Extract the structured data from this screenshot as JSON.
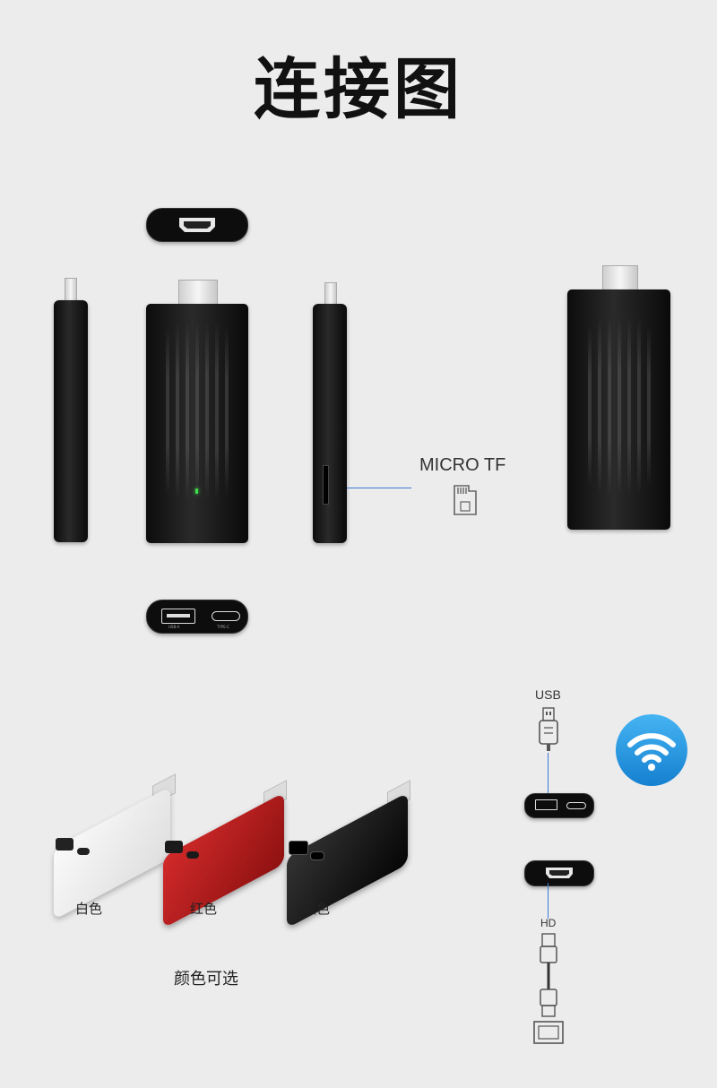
{
  "header": {
    "title": "连接图"
  },
  "ports": {
    "micro_tf_label": "MICRO TF",
    "usb_a_label": "USB-A",
    "type_c_label": "TYPE-C"
  },
  "connection": {
    "usb_label": "USB",
    "hd_label": "HD"
  },
  "colors": {
    "options": [
      {
        "name": "白色",
        "hex": "#f2f2f2"
      },
      {
        "name": "红色",
        "hex": "#b81e1e"
      },
      {
        "name": "黑色",
        "hex": "#111111"
      }
    ],
    "caption": "颜色可选"
  },
  "accents": {
    "wifi_blue": "#1e8fdc",
    "line_blue": "#3a7bd5",
    "led_green": "#3ee04a"
  }
}
